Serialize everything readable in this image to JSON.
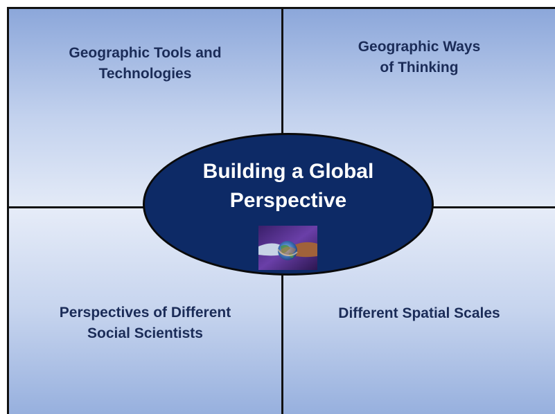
{
  "quadrants": {
    "top_left": {
      "lines": [
        "Geographic Tools and",
        "Technologies"
      ]
    },
    "top_right": {
      "lines": [
        "Geographic Ways",
        "of Thinking"
      ]
    },
    "bottom_left": {
      "lines": [
        "Perspectives of Different",
        "Social Scientists"
      ]
    },
    "bottom_right": {
      "lines": [
        "Different Spatial Scales"
      ]
    }
  },
  "center": {
    "lines": [
      "Building a Global",
      "Perspective"
    ],
    "image_icon": "clasped-hands-globe-icon"
  },
  "colors": {
    "ellipse_fill": "#0d2a66",
    "quadrant_text": "#1b2c58",
    "center_text": "#ffffff",
    "quadrant_gradient_dark": "#8ca7da",
    "quadrant_gradient_light": "#e3eaf7",
    "divider": "#111111"
  }
}
